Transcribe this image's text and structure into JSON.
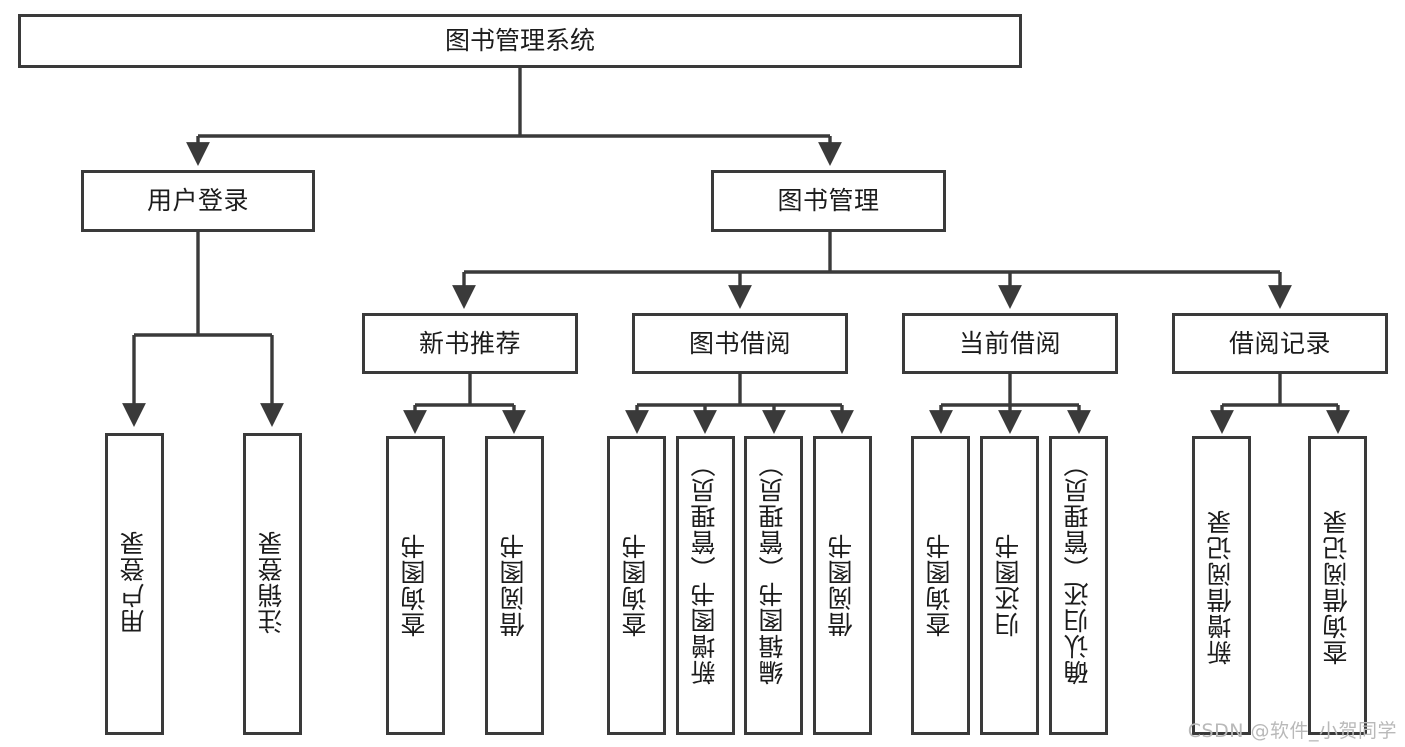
{
  "diagram": {
    "title": "图书管理系统",
    "type": "tree-hierarchy",
    "root": {
      "id": "root",
      "label": "图书管理系统"
    },
    "level2": [
      {
        "id": "user-login",
        "label": "用户登录"
      },
      {
        "id": "book-management",
        "label": "图书管理"
      }
    ],
    "level3": [
      {
        "id": "new-book-recommend",
        "label": "新书推荐",
        "parent": "book-management"
      },
      {
        "id": "book-borrow",
        "label": "图书借阅",
        "parent": "book-management"
      },
      {
        "id": "current-borrow",
        "label": "当前借阅",
        "parent": "book-management"
      },
      {
        "id": "borrow-record",
        "label": "借阅记录",
        "parent": "book-management"
      }
    ],
    "leaves": [
      {
        "id": "leaf-user-login",
        "label": "用户登录",
        "parent": "user-login"
      },
      {
        "id": "leaf-logout-login",
        "label": "注销登录",
        "parent": "user-login"
      },
      {
        "id": "leaf-query-book-1",
        "label": "查询图书",
        "parent": "new-book-recommend"
      },
      {
        "id": "leaf-borrow-book-1",
        "label": "借阅图书",
        "parent": "new-book-recommend"
      },
      {
        "id": "leaf-query-book-2",
        "label": "查询图书",
        "parent": "book-borrow"
      },
      {
        "id": "leaf-add-book",
        "label": "新增图书（管理员）",
        "parent": "book-borrow"
      },
      {
        "id": "leaf-edit-book",
        "label": "编辑图书（管理员）",
        "parent": "book-borrow"
      },
      {
        "id": "leaf-borrow-book-2",
        "label": "借阅图书",
        "parent": "book-borrow"
      },
      {
        "id": "leaf-query-book-3",
        "label": "查询图书",
        "parent": "current-borrow"
      },
      {
        "id": "leaf-return-book",
        "label": "归还图书",
        "parent": "current-borrow"
      },
      {
        "id": "leaf-confirm-return",
        "label": "确认归还（管理员）",
        "parent": "current-borrow"
      },
      {
        "id": "leaf-add-record",
        "label": "新增借阅记录",
        "parent": "borrow-record"
      },
      {
        "id": "leaf-query-record",
        "label": "查询借阅记录",
        "parent": "borrow-record"
      }
    ]
  },
  "watermark": {
    "text": "CSDN @软件_小贺同学"
  },
  "colors": {
    "stroke": "#3a3a3a",
    "background": "#ffffff",
    "text": "#1c1c1c",
    "watermark": "#b9b9b9"
  }
}
